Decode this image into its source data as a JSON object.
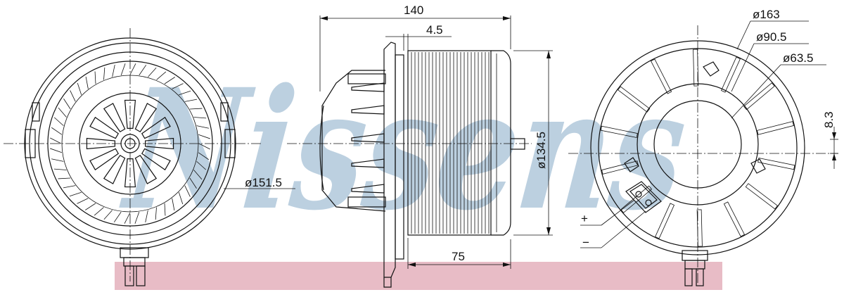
{
  "watermark": {
    "text": "Nissens",
    "color": "#bcd0e0"
  },
  "band": {
    "color": "#e8bcc6"
  },
  "dimensions": {
    "width": "140",
    "flange": "4.5",
    "outer_diameter": "ø163",
    "hub_diameter": "ø90.5",
    "inner_diameter": "ø63.5",
    "offset": "8.3",
    "body_diameter": "ø134.5",
    "wheel_width": "75",
    "wheel_diameter": "ø151.5"
  },
  "terminals": {
    "positive": "+",
    "negative": "−"
  }
}
